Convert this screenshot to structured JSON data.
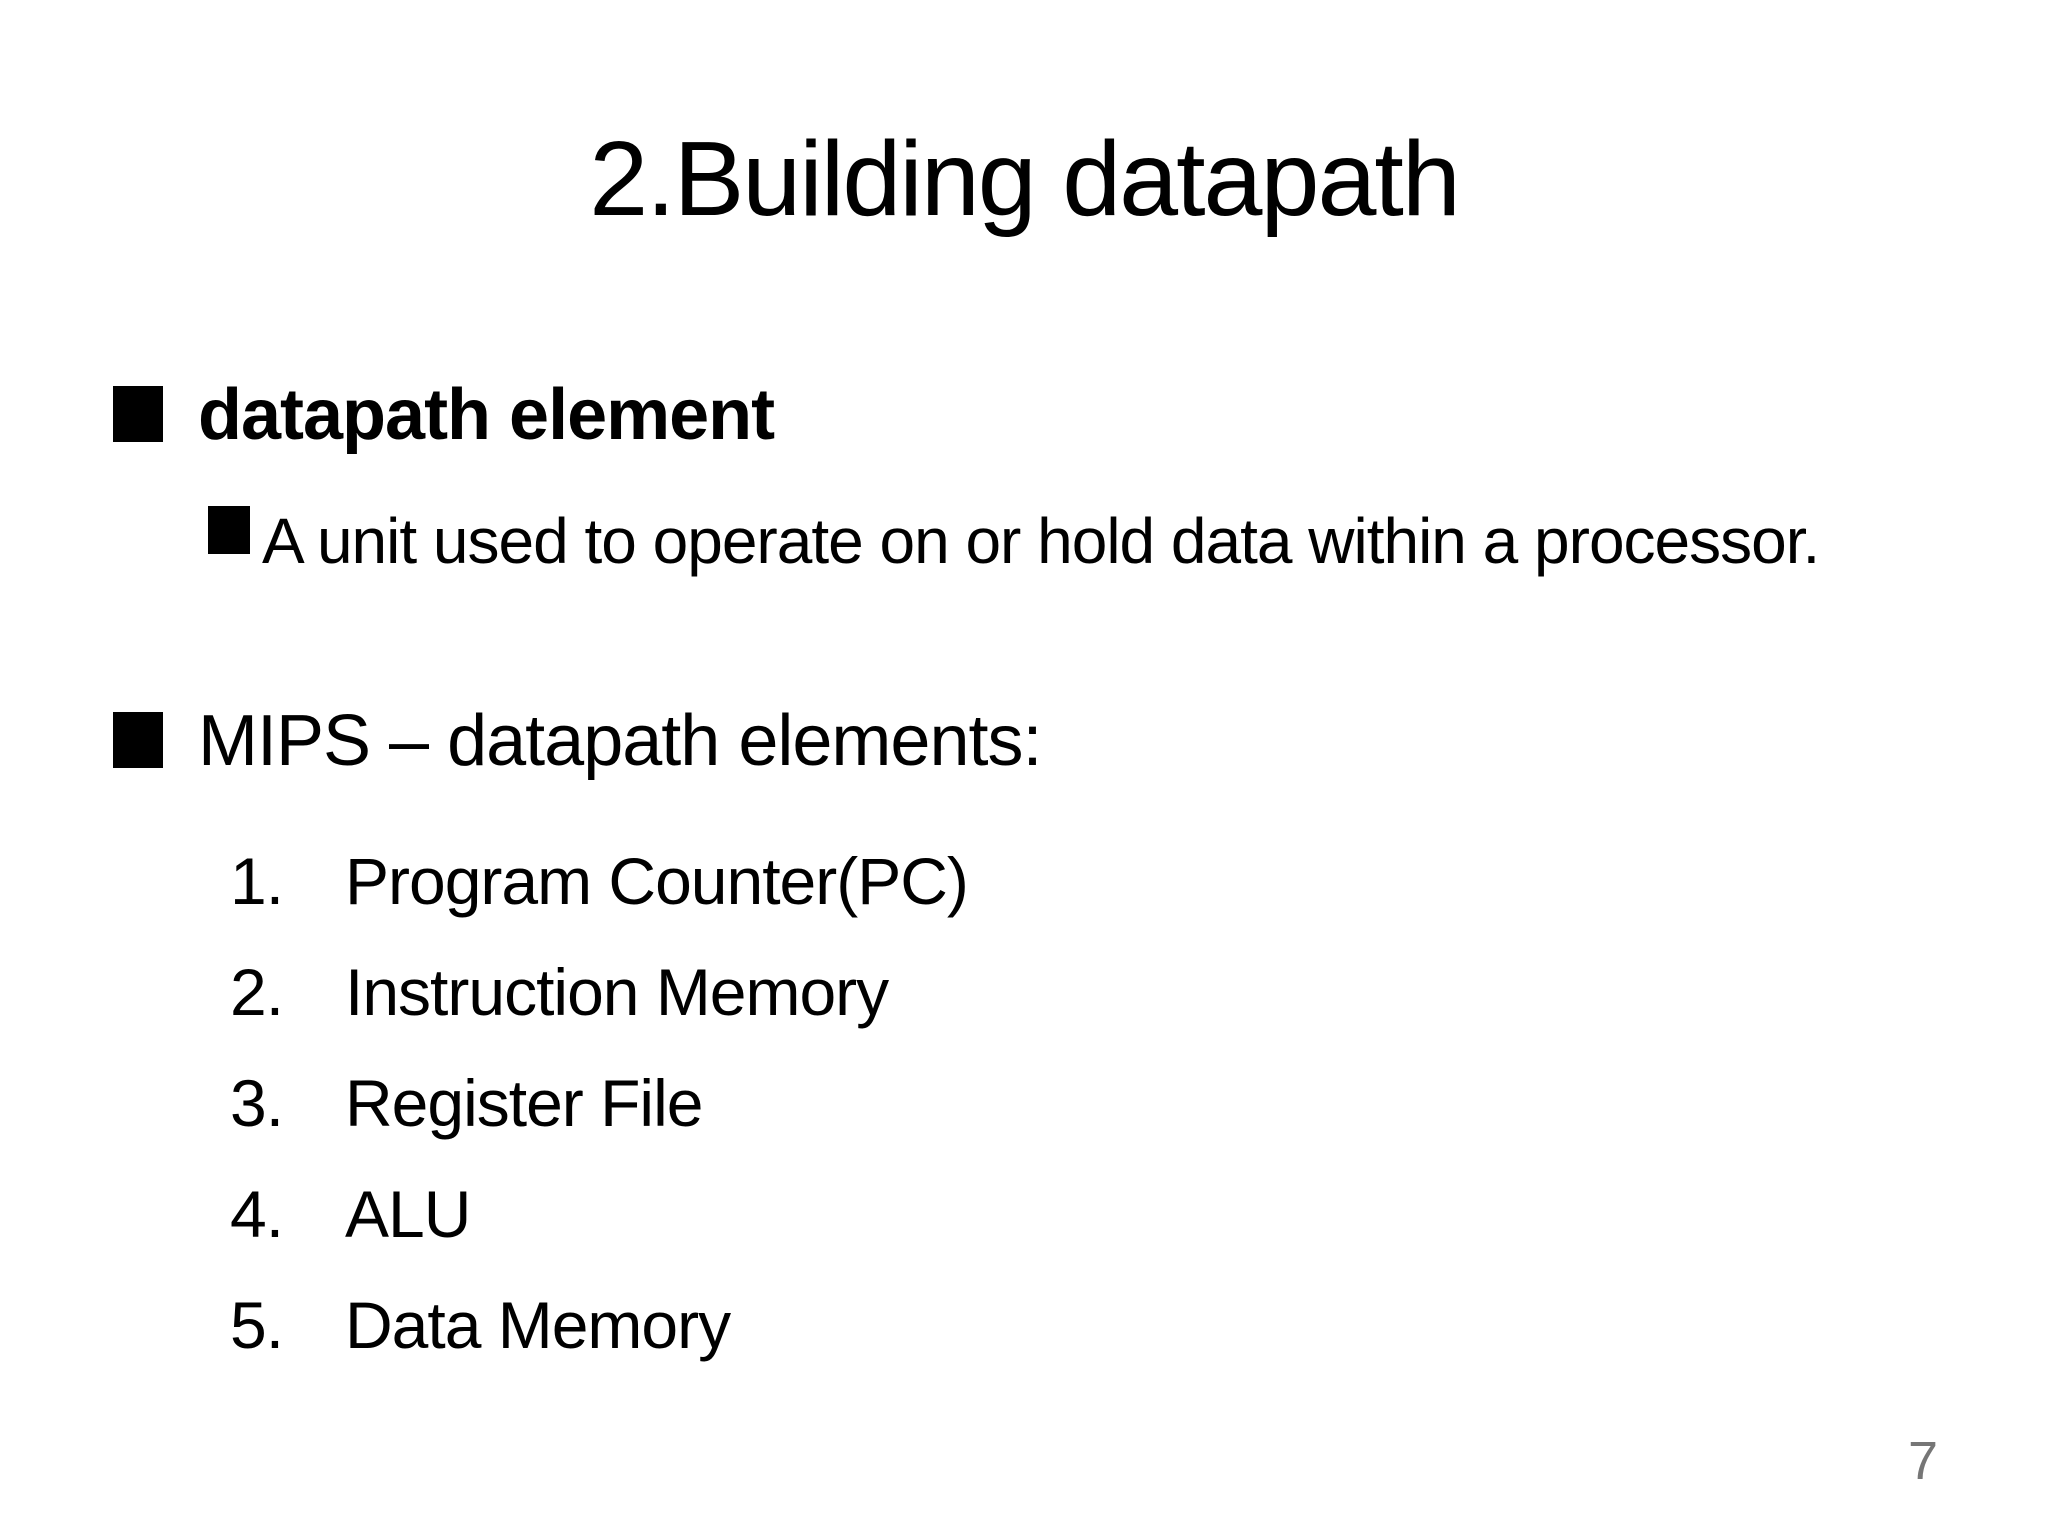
{
  "slide": {
    "title": "2.Building datapath",
    "bullets": [
      {
        "level": 1,
        "text": "datapath element"
      },
      {
        "level": 2,
        "text": "A unit used to operate on or hold data within a processor."
      },
      {
        "level": 1,
        "text": "MIPS – datapath elements:"
      }
    ],
    "numbered_list": [
      {
        "number": "1.",
        "text": "Program Counter(PC)"
      },
      {
        "number": "2.",
        "text": "Instruction Memory"
      },
      {
        "number": "3.",
        "text": "Register File"
      },
      {
        "number": "4.",
        "text": "ALU"
      },
      {
        "number": "5.",
        "text": "Data Memory"
      }
    ],
    "page_number": "7",
    "colors": {
      "background": "#ffffff",
      "text": "#000000",
      "bullet": "#000000",
      "page_number": "#767676"
    }
  }
}
